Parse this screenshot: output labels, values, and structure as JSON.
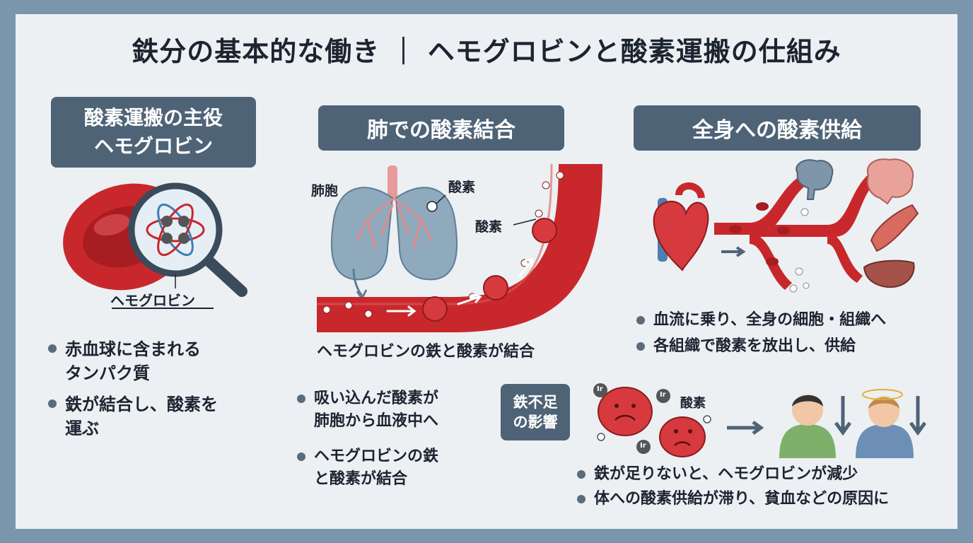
{
  "title": "鉄分の基本的な働き ｜ ヘモグロビンと酸素運搬の仕組み",
  "section1": {
    "heading_line1": "酸素運搬の主役",
    "heading_line2": "ヘモグロビン",
    "magnifier_label": "ヘモグロビン",
    "bullets": [
      {
        "line1": "赤血球に含まれる",
        "line2": "タンパク質"
      },
      {
        "line1": "鉄が結合し、酸素を",
        "line2": "運ぶ"
      }
    ]
  },
  "section2": {
    "heading": "肺での酸素結合",
    "label_alveoli": "肺胞",
    "label_oxygen1": "酸素",
    "label_oxygen2": "酸素",
    "caption": "ヘモグロビンの鉄と酸素が結合",
    "bullets": [
      {
        "line1": "吸い込んだ酸素が",
        "line2": "肺胞から血液中へ"
      },
      {
        "line1": "ヘモグロビンの鉄",
        "line2": "と酸素が結合"
      }
    ]
  },
  "section3": {
    "heading": "全身への酸素供給",
    "bullets": [
      {
        "line1": "血流に乗り、全身の細胞・組織へ"
      },
      {
        "line1": "各組織で酸素を放出し、供給"
      }
    ]
  },
  "section4": {
    "heading_line1": "鉄不足",
    "heading_line2": "の影響",
    "label_oxygen": "酸素",
    "iron_symbol": "Ir",
    "bullets": [
      {
        "line1": "鉄が足りないと、ヘモグロビンが減少"
      },
      {
        "line1": "体への酸素供給が滞り、貧血などの原因に"
      }
    ]
  },
  "colors": {
    "background": "#7a96ad",
    "panel": "#ecf0f3",
    "tag": "#4f6377",
    "blood": "#c8282c",
    "lung": "#8fa9bd"
  }
}
